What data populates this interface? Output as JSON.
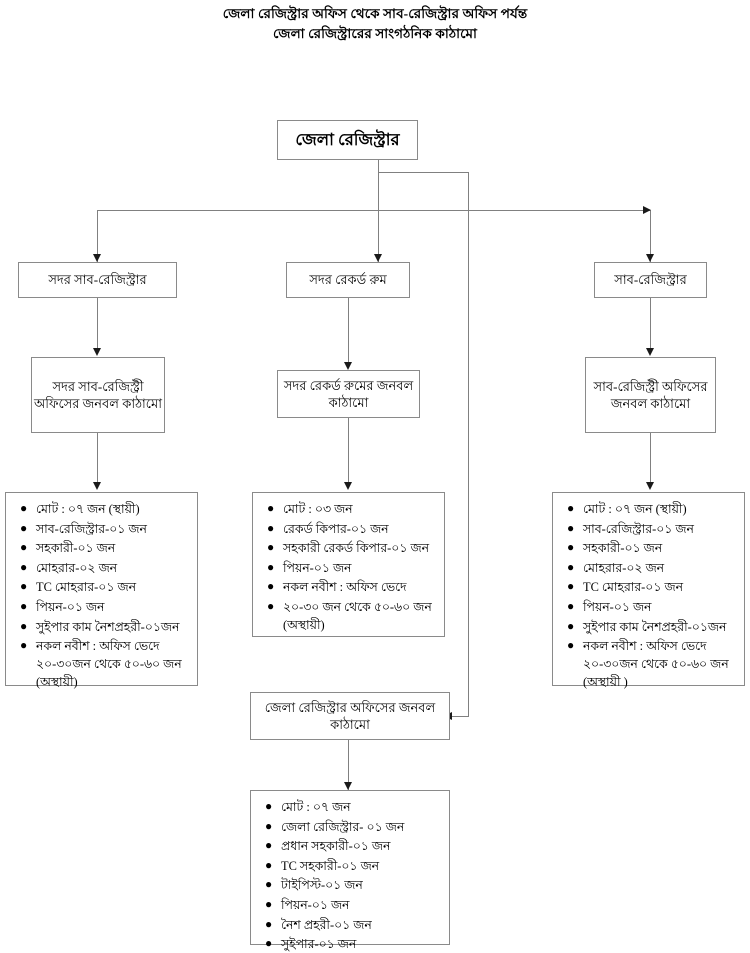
{
  "title": {
    "line1": "জেলা রেজিস্ট্রার অফিস থেকে সাব-রেজিস্ট্রার অফিস পর্যন্ত",
    "line2": "জেলা রেজিস্ট্রারের সাংগঠনিক কাঠামো"
  },
  "nodes": {
    "root": "জেলা রেজিস্ট্রার",
    "level2_left": "সদর সাব-রেজিস্ট্রার",
    "level2_mid": "সদর রেকর্ড রুম",
    "level2_right": "সাব-রেজিস্ট্রার",
    "level3_left": "সদর সাব-রেজিস্ট্রী অফিসের জনবল কাঠামো",
    "level3_mid": "সদর রেকর্ড রুমের জনবল কাঠামো",
    "level3_right": "সাব-রেজিস্ট্রী অফিসের জনবল কাঠামো",
    "dr_office_struct": "জেলা রেজিস্ট্রার অফিসের জনবল কাঠামো"
  },
  "lists": {
    "left": [
      "মোট : ০৭ জন (স্থায়ী)",
      "সাব-রেজিস্ট্রার-০১ জন",
      "সহকারী-০১ জন",
      "মোহরার-০২ জন",
      "TC মোহরার-০১ জন",
      "পিয়ন-০১ জন",
      "সুইপার কাম নৈশপ্রহরী-০১জন",
      "নকল নবীশ : অফিস ভেদে\n২০-৩০জন থেকে ৫০-৬০ জন\n(অস্থায়ী)"
    ],
    "middle": [
      "মোট : ০৩ জন",
      "রেকর্ড কিপার-০১ জন",
      "সহকারী রেকর্ড কিপার-০১ জন",
      "পিয়ন-০১ জন",
      "নকল নবীশ : অফিস ভেদে",
      "২০-৩০ জন থেকে ৫০-৬০ জন\n(অস্থায়ী)"
    ],
    "right": [
      "মোট : ০৭ জন (স্থায়ী)",
      "সাব-রেজিস্ট্রার-০১ জন",
      "সহকারী-০১ জন",
      "মোহরার-০২ জন",
      "TC মোহরার-০১ জন",
      "পিয়ন-০১ জন",
      "সুইপার কাম নৈশপ্রহরী-০১জন",
      "নকল নবীশ : অফিস ভেদে\n২০-৩০জন থেকে ৫০-৬০ জন\n(অস্থায়ী )"
    ],
    "bottom": [
      "মোট : ০৭ জন",
      "জেলা রেজিস্ট্রার- ০১ জন",
      "প্রধান সহকারী-০১ জন",
      "TC সহকারী-০১ জন",
      "টাইপিস্ট-০১ জন",
      "পিয়ন-০১ জন",
      "নৈশ প্রহরী-০১ জন",
      "সুইপার-০১ জন"
    ]
  },
  "bullet_glyph": "●",
  "colors": {
    "box_border": "#8a8a8a",
    "connector": "#808080",
    "arrow": "#1a1a1a",
    "text": "#000000",
    "background": "#ffffff"
  }
}
